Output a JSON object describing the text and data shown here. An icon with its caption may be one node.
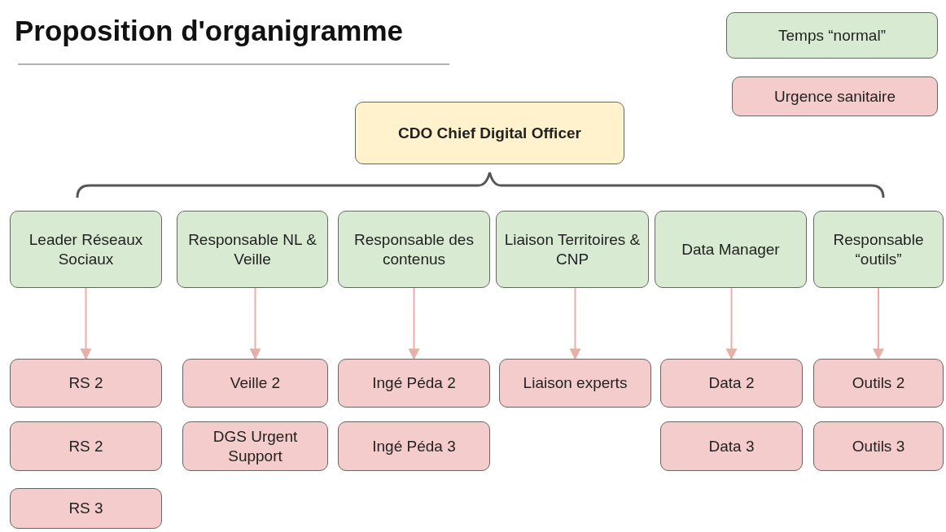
{
  "diagram": {
    "title": "Proposition d'organigramme",
    "nodes": [
      {
        "text": [
          "CDO Chief Digital Officer"
        ]
      },
      {
        "text": [
          "Leader Réseaux Sociaux"
        ]
      },
      {
        "text": [
          "Responsable NL & Veille"
        ]
      },
      {
        "text": [
          "Responsable des contenus"
        ]
      },
      {
        "text": [
          "Liaison Territoires & CNP"
        ]
      },
      {
        "text": [
          "Data Manager"
        ]
      },
      {
        "text": [
          "Responsable “outils”"
        ]
      },
      {
        "text": [
          "RS 2"
        ]
      },
      {
        "text": [
          "RS 2"
        ]
      },
      {
        "text": [
          "RS 3"
        ]
      },
      {
        "text": [
          "Veille 2"
        ]
      },
      {
        "text": [
          "DGS Urgent Support"
        ]
      },
      {
        "text": [
          "Ingé Péda 2"
        ]
      },
      {
        "text": [
          "Ingé Péda 3"
        ]
      },
      {
        "text": [
          "Liaison experts"
        ]
      },
      {
        "text": [
          "Data 2"
        ]
      },
      {
        "text": [
          "Data 3"
        ]
      },
      {
        "text": [
          "Outils 2"
        ]
      },
      {
        "text": [
          "Outils 3"
        ]
      }
    ],
    "edges": [
      {
        "from": 1,
        "to": 7,
        "arrow": "to"
      },
      {
        "from": 2,
        "to": 10,
        "arrow": "to"
      },
      {
        "from": 3,
        "to": 12,
        "arrow": "to"
      },
      {
        "from": 4,
        "to": 14,
        "arrow": "to"
      },
      {
        "from": 5,
        "to": 15,
        "arrow": "to"
      },
      {
        "from": 6,
        "to": 17,
        "arrow": "to"
      }
    ],
    "legend": [
      {
        "text": "Temps “normal”",
        "color": "#d9ead3"
      },
      {
        "text": "Urgence sanitaire",
        "color": "#f4cccc"
      }
    ]
  }
}
